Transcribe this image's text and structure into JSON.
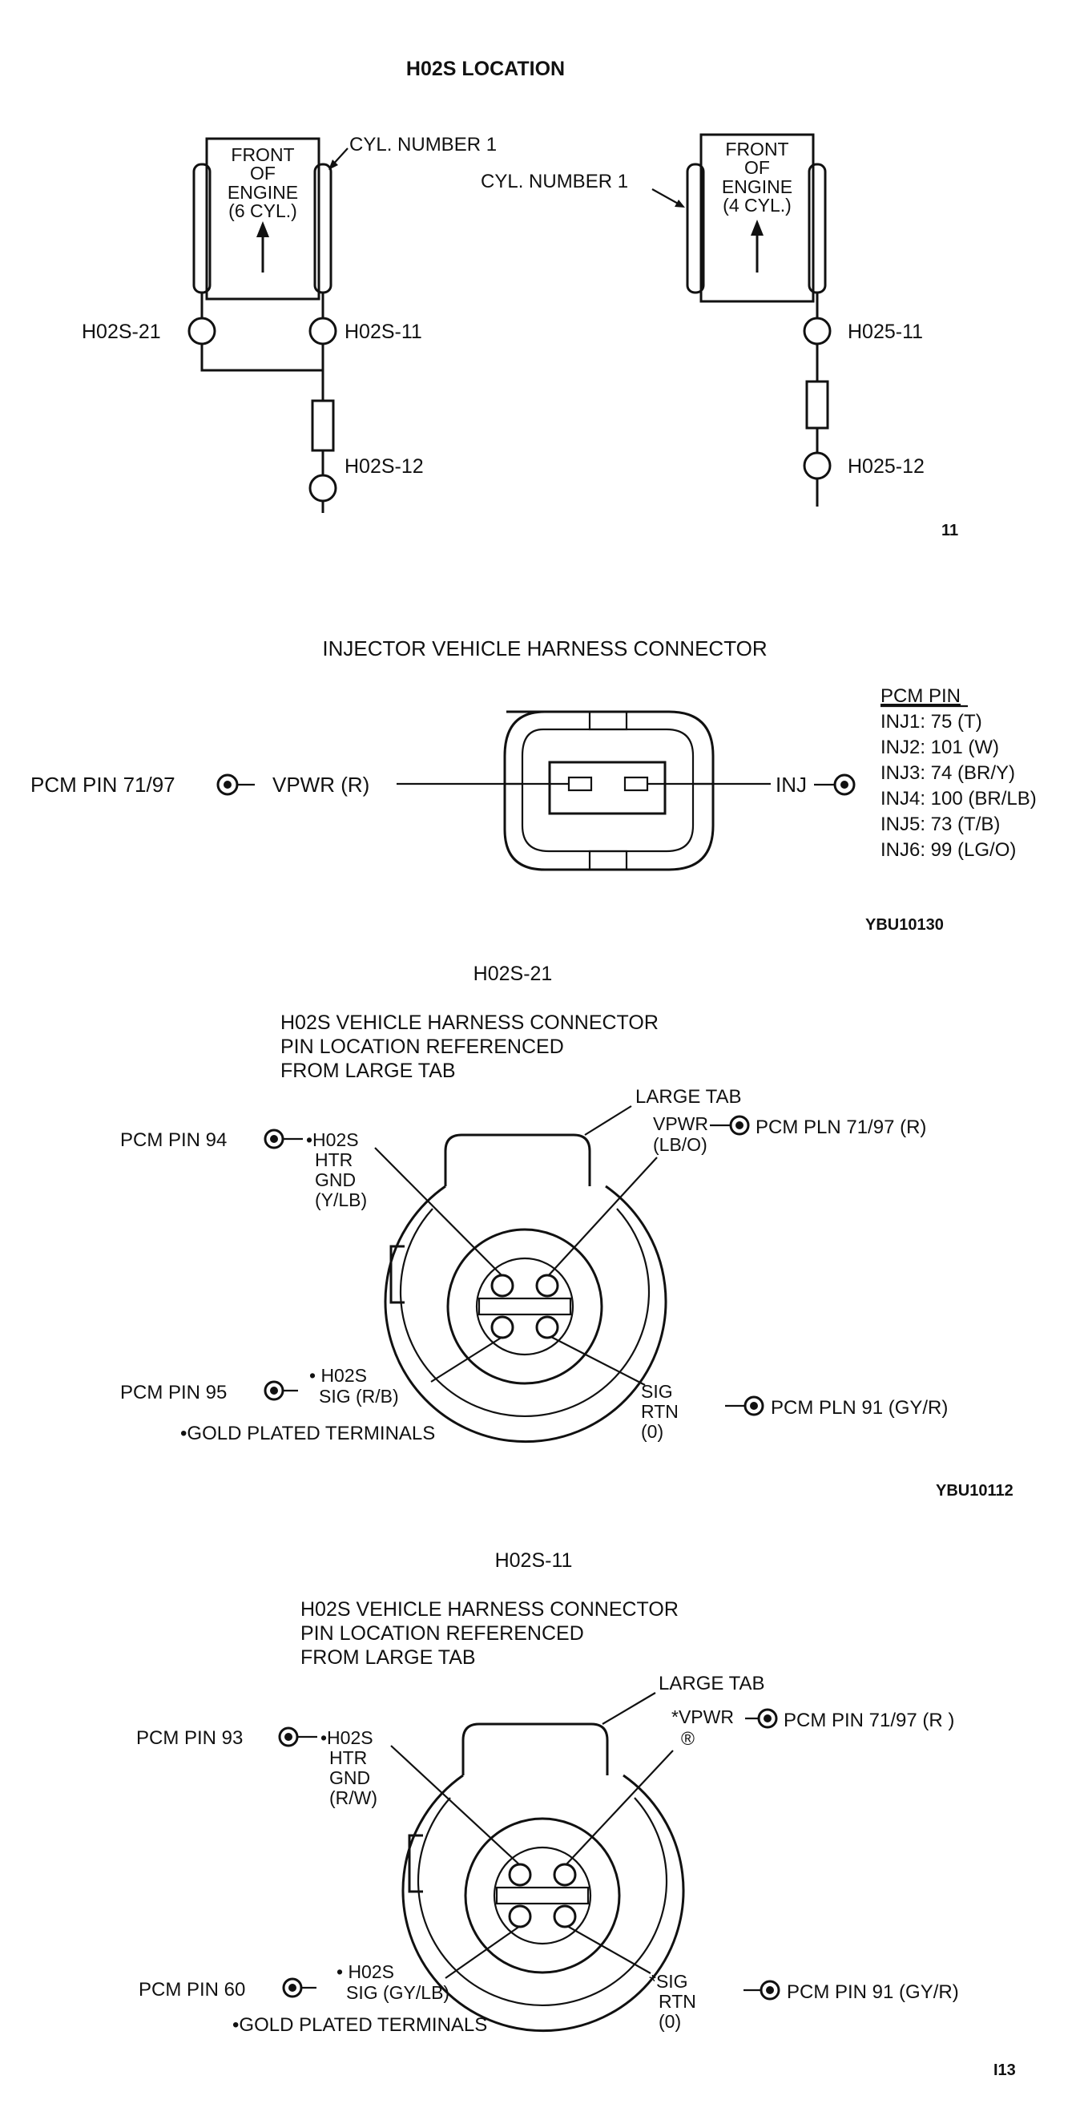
{
  "h02s_location": {
    "title": "H02S LOCATION",
    "left": {
      "engine_label_lines": [
        "FRONT",
        "OF",
        "ENGINE",
        "(6 CYL.)"
      ],
      "cyl_label": "CYL. NUMBER 1",
      "sensor_21": "H02S-21",
      "sensor_11": "H02S-11",
      "sensor_12": "H02S-12"
    },
    "right": {
      "engine_label_lines": [
        "FRONT",
        "OF",
        "ENGINE",
        "(4 CYL.)"
      ],
      "cyl_label": "CYL. NUMBER 1",
      "sensor_11": "H025-11",
      "sensor_12": "H025-12"
    },
    "figure_number": "11"
  },
  "injector": {
    "title": "INJECTOR VEHICLE HARNESS CONNECTOR",
    "pcm_left": "PCM PIN 71/97",
    "vpwr_label": "VPWR (R)",
    "inj_label": "INJ",
    "pcm_pin_header": "PCM PIN",
    "pins": [
      "INJ1: 75 (T)",
      "INJ2: 101 (W)",
      "INJ3: 74 (BR/Y)",
      "INJ4: 100 (BR/LB)",
      "INJ5: 73 (T/B)",
      "INJ6: 99 (LG/O)"
    ],
    "figure_id": "YBU10130"
  },
  "h02s_21": {
    "title": "H02S-21",
    "subtitle_lines": [
      "H02S VEHICLE HARNESS CONNECTOR",
      "PIN LOCATION REFERENCED",
      "FROM LARGE TAB"
    ],
    "large_tab": "LARGE TAB",
    "pcm_94": "PCM PIN 94",
    "htr_gnd_lines": [
      "•H02S",
      "HTR",
      "GND",
      "(Y/LB)"
    ],
    "vpwr_lines": [
      "VPWR",
      "(LB/O)"
    ],
    "pcm_vpwr": "PCM PLN 71/97 (R)",
    "pcm_95": "PCM PIN 95",
    "sig_lines": [
      "• H02S",
      "SIG (R/B)"
    ],
    "sig_rtn_lines": [
      "SIG",
      "RTN",
      "(0)"
    ],
    "pcm_91": "PCM PLN 91 (GY/R)",
    "gold_note": "•GOLD PLATED TERMINALS",
    "figure_id": "YBU10112"
  },
  "h02s_11": {
    "title": "H02S-11",
    "subtitle_lines": [
      "H02S VEHICLE HARNESS CONNECTOR",
      "PIN LOCATION REFERENCED",
      "FROM LARGE TAB"
    ],
    "large_tab": "LARGE TAB",
    "pcm_93": "PCM PIN 93",
    "htr_gnd_lines": [
      "•H02S",
      "HTR",
      "GND",
      "(R/W)"
    ],
    "vpwr_lines": [
      "*VPWR",
      "®"
    ],
    "pcm_vpwr": "PCM PIN 71/97 (R )",
    "pcm_60": "PCM PIN 60",
    "sig_lines": [
      "• H02S",
      "SIG (GY/LB)"
    ],
    "sig_rtn_lines": [
      "*SIG",
      "RTN",
      "(0)"
    ],
    "pcm_91": "PCM PIN 91 (GY/R)",
    "gold_note": "•GOLD PLATED TERMINALS",
    "figure_number": "I13"
  }
}
